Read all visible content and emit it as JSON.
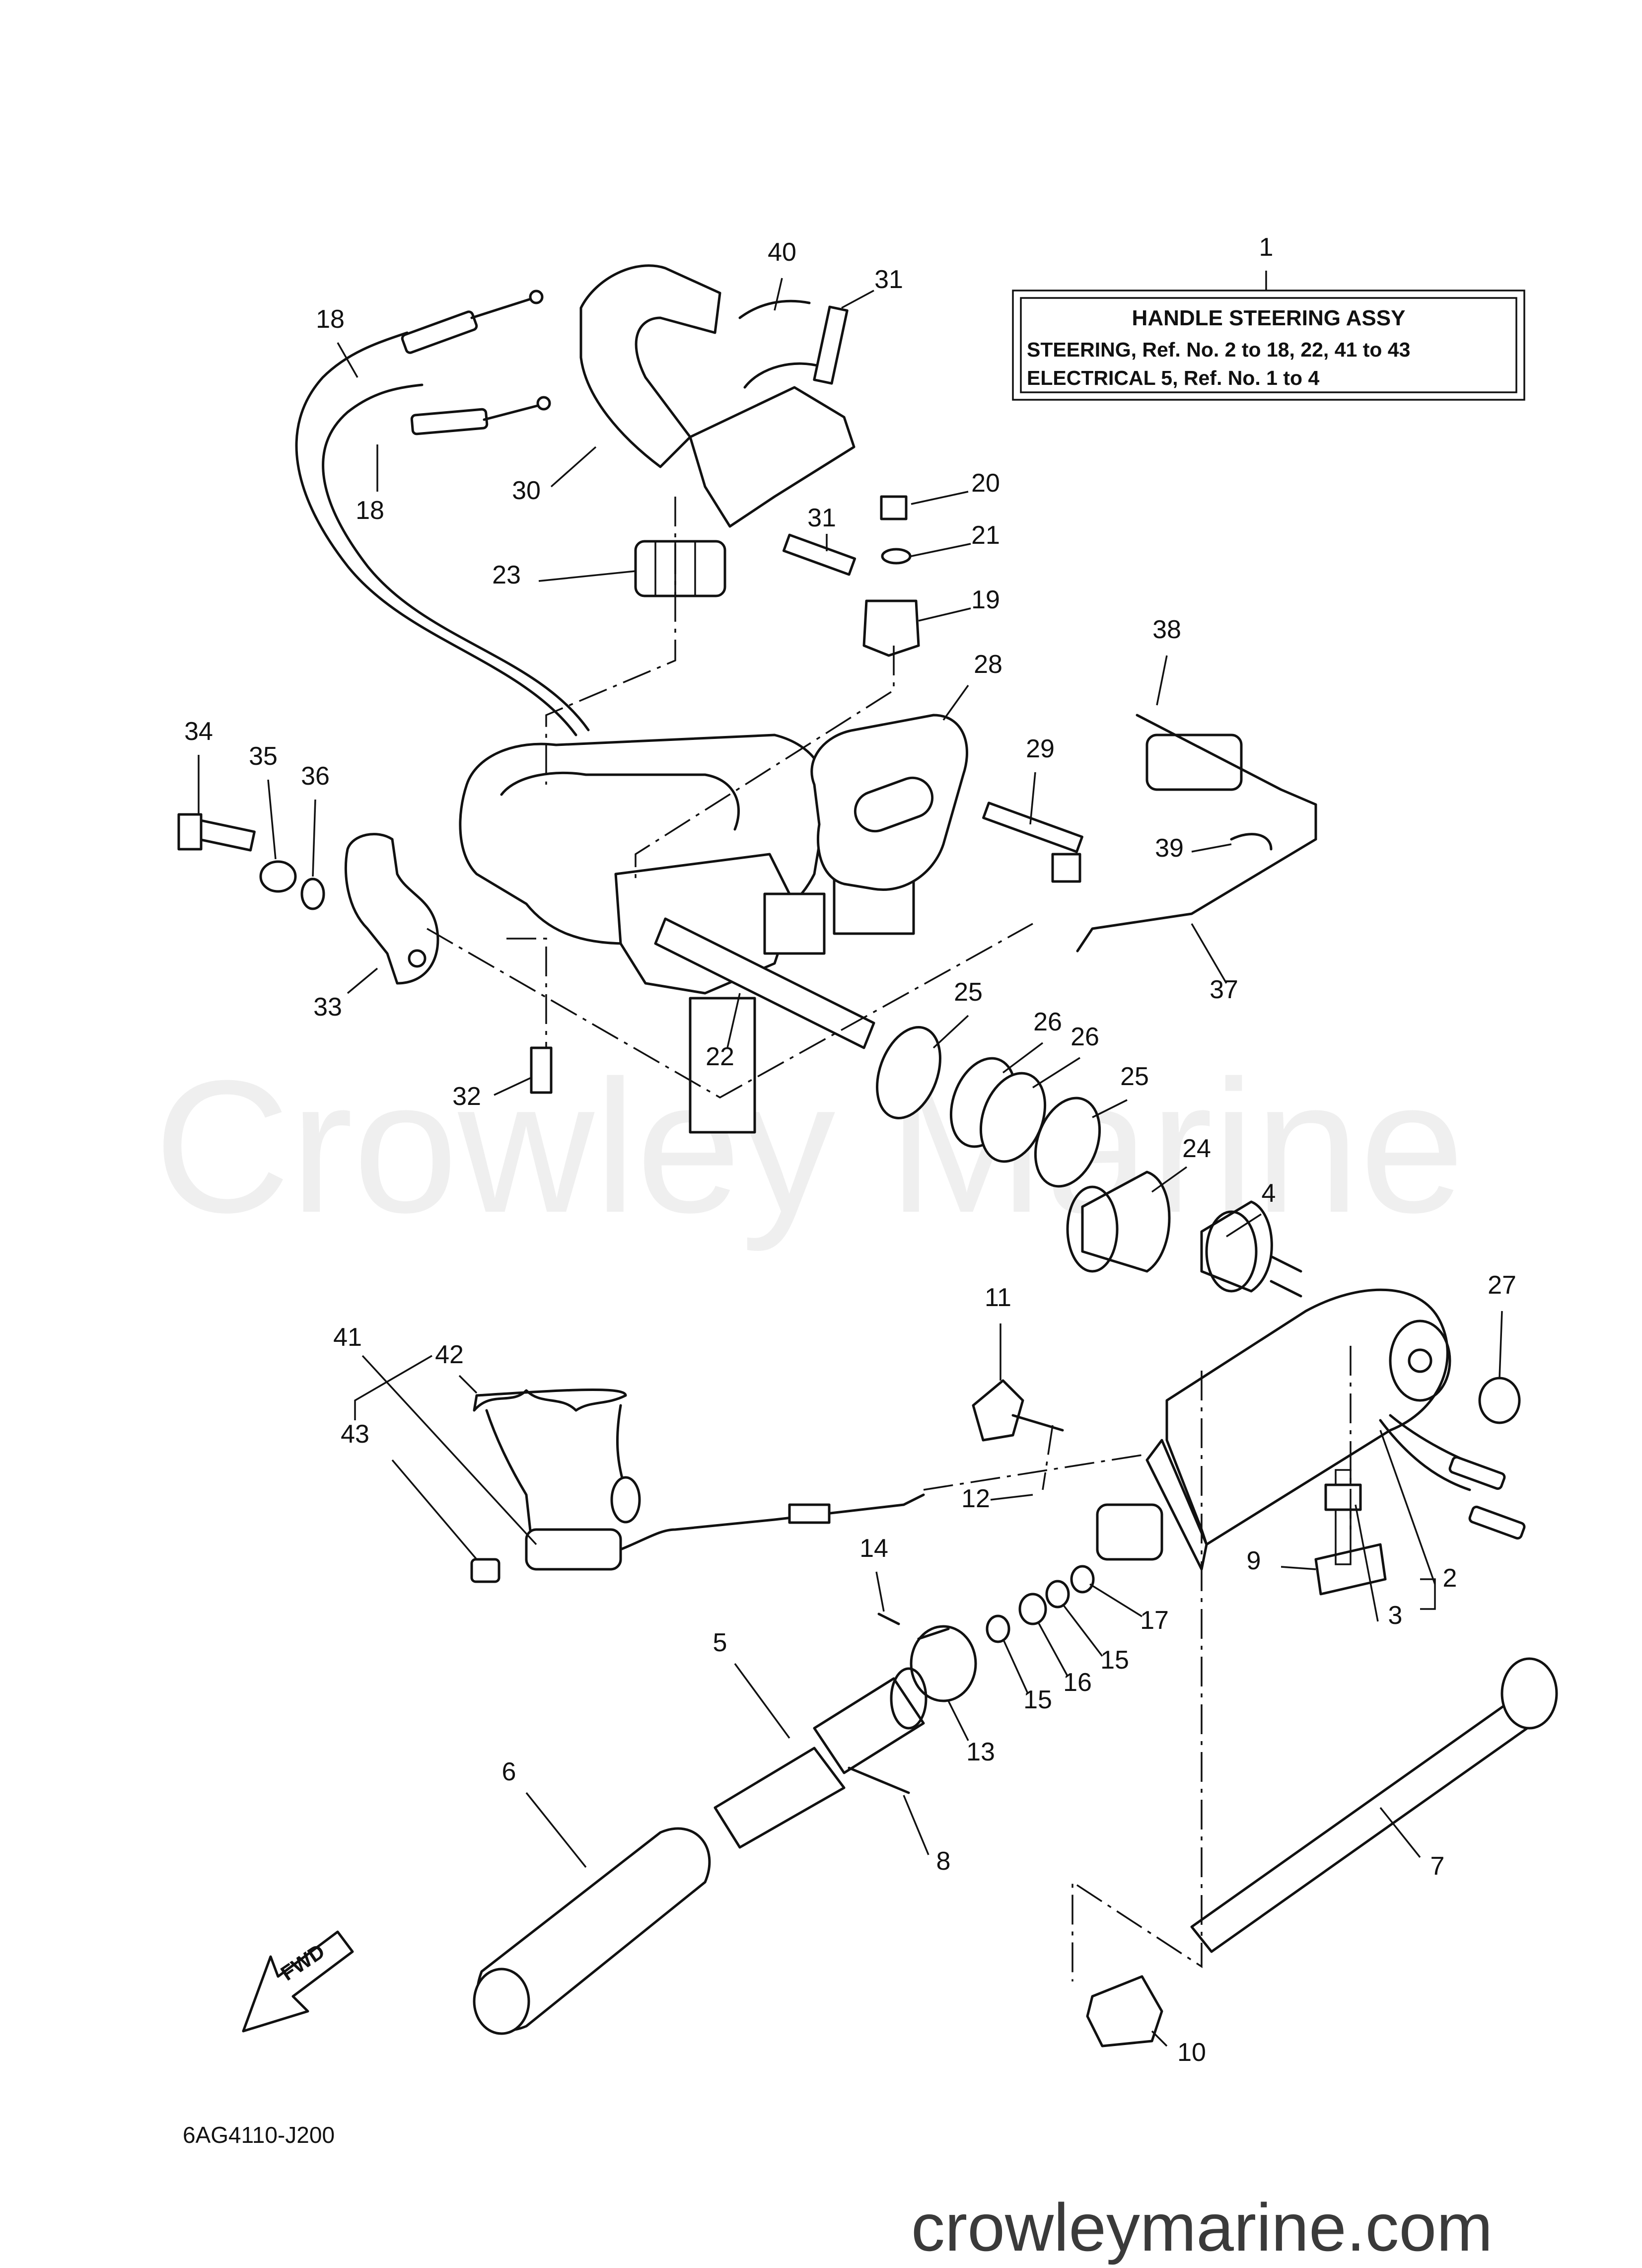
{
  "info_box": {
    "title": "HANDLE STEERING ASSY",
    "lines": [
      "STEERING,  Ref. No. 2 to 18, 22, 41 to 43",
      "ELECTRICAL 5,  Ref. No. 1 to 4"
    ]
  },
  "diagram_code": "6AG4110-J200",
  "fwd_label": "FWD",
  "watermark": "Crowley Marine",
  "site": "crowleymarine.com",
  "callouts": [
    {
      "id": "c1",
      "label": "1"
    },
    {
      "id": "c40",
      "label": "40"
    },
    {
      "id": "c31a",
      "label": "31"
    },
    {
      "id": "c18a",
      "label": "18"
    },
    {
      "id": "c18b",
      "label": "18"
    },
    {
      "id": "c30",
      "label": "30"
    },
    {
      "id": "c20",
      "label": "20"
    },
    {
      "id": "c31b",
      "label": "31"
    },
    {
      "id": "c21",
      "label": "21"
    },
    {
      "id": "c23",
      "label": "23"
    },
    {
      "id": "c19",
      "label": "19"
    },
    {
      "id": "c28",
      "label": "28"
    },
    {
      "id": "c38",
      "label": "38"
    },
    {
      "id": "c34",
      "label": "34"
    },
    {
      "id": "c35",
      "label": "35"
    },
    {
      "id": "c36",
      "label": "36"
    },
    {
      "id": "c29",
      "label": "29"
    },
    {
      "id": "c39",
      "label": "39"
    },
    {
      "id": "c33",
      "label": "33"
    },
    {
      "id": "c37",
      "label": "37"
    },
    {
      "id": "c25a",
      "label": "25"
    },
    {
      "id": "c26a",
      "label": "26"
    },
    {
      "id": "c26b",
      "label": "26"
    },
    {
      "id": "c22",
      "label": "22"
    },
    {
      "id": "c32",
      "label": "32"
    },
    {
      "id": "c25b",
      "label": "25"
    },
    {
      "id": "c24",
      "label": "24"
    },
    {
      "id": "c4",
      "label": "4"
    },
    {
      "id": "c11",
      "label": "11"
    },
    {
      "id": "c27",
      "label": "27"
    },
    {
      "id": "c41",
      "label": "41"
    },
    {
      "id": "c42",
      "label": "42"
    },
    {
      "id": "c43",
      "label": "43"
    },
    {
      "id": "c12",
      "label": "12"
    },
    {
      "id": "c9",
      "label": "9"
    },
    {
      "id": "c2",
      "label": "2"
    },
    {
      "id": "c14",
      "label": "14"
    },
    {
      "id": "c17",
      "label": "17"
    },
    {
      "id": "c3",
      "label": "3"
    },
    {
      "id": "c15a",
      "label": "15"
    },
    {
      "id": "c16",
      "label": "16"
    },
    {
      "id": "c15b",
      "label": "15"
    },
    {
      "id": "c5",
      "label": "5"
    },
    {
      "id": "c13",
      "label": "13"
    },
    {
      "id": "c6",
      "label": "6"
    },
    {
      "id": "c8",
      "label": "8"
    },
    {
      "id": "c7",
      "label": "7"
    },
    {
      "id": "c10",
      "label": "10"
    }
  ]
}
